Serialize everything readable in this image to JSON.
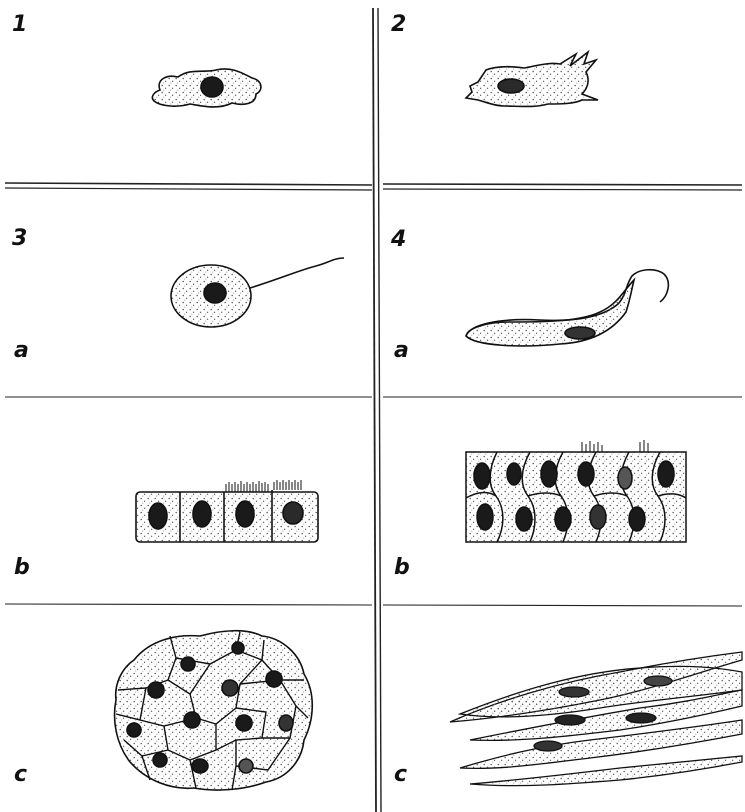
{
  "panels": [
    {
      "number": "1"
    },
    {
      "number": "2"
    },
    {
      "number": "3",
      "sub": [
        "a",
        "b",
        "c"
      ]
    },
    {
      "number": "4",
      "sub": [
        "a",
        "b",
        "c"
      ]
    }
  ],
  "ink_color": "#111111",
  "dot_color": "#555555"
}
